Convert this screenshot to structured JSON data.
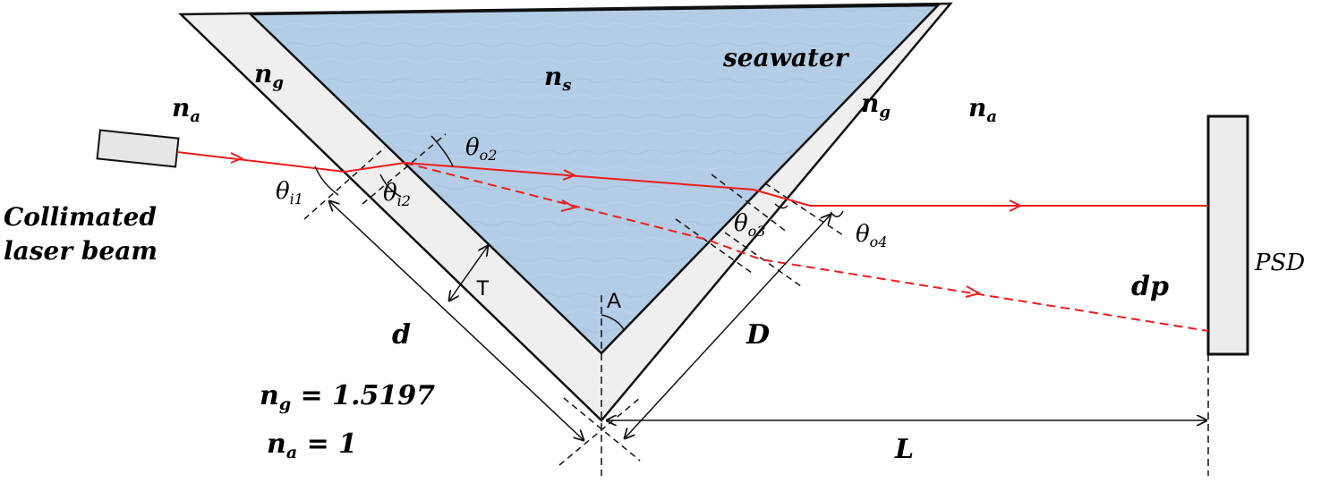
{
  "labels": {
    "n_a_left": "n",
    "n_a_left_sub": "a",
    "n_g_left": "n",
    "n_g_left_sub": "g",
    "n_s": "n",
    "n_s_sub": "s",
    "seawater": "seawater",
    "n_g_right": "n",
    "n_g_right_sub": "g",
    "n_a_right": "n",
    "n_a_right_sub": "a",
    "collimated_line1": "Collimated",
    "collimated_line2": "laser beam",
    "theta": "θ",
    "theta_i1_sub": "i1",
    "theta_i2_sub": "i2",
    "theta_o2_sub": "o2",
    "theta_o3_sub": "o3",
    "theta_o4_sub": "o4",
    "T": "T",
    "A": "A",
    "d": "d",
    "D": "D",
    "dp": "dp",
    "PSD": "PSD",
    "L": "L",
    "ng_eq_n": "n",
    "ng_eq_sub": "g",
    "ng_eq_rest": " = 1.5197",
    "na_eq_n": "n",
    "na_eq_sub": "a",
    "na_eq_rest": " = 1"
  },
  "colors": {
    "glass": "#efefef",
    "seawater": "#b3cce6",
    "beam": "#ee1c1c",
    "outline": "#111111",
    "laser_box": "#e6e6e6",
    "psd_box": "#ececec"
  }
}
